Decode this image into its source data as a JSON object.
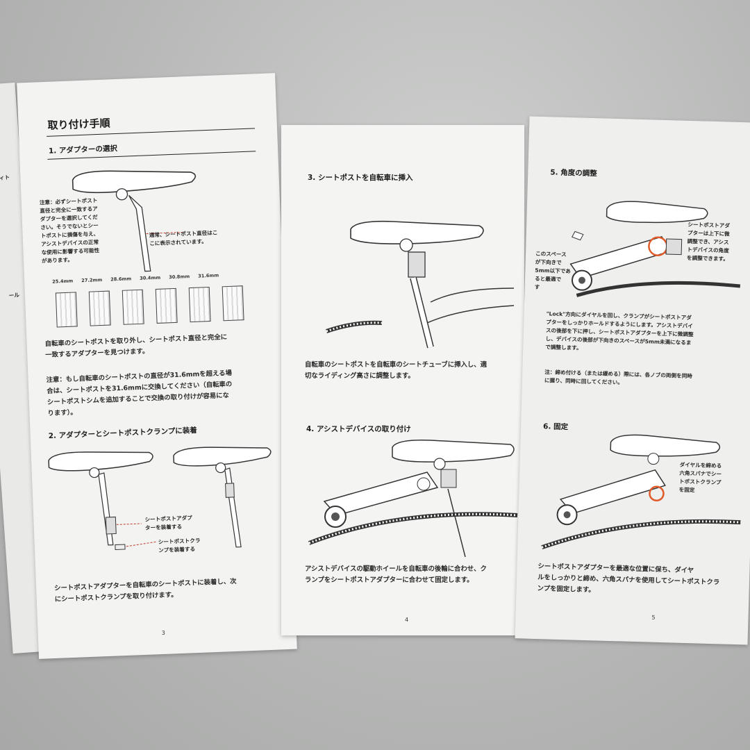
{
  "left_page": {
    "title": "取り付け手順",
    "step1_title": "1. アダプターの選択",
    "note_lines": [
      "注意：必ずシートポスト",
      "直径と完全に一致するア",
      "ダプターを選択してくだ",
      "さい。そうでないとシー",
      "トポストに損傷を与え、",
      "アシストデバイスの正常",
      "な使用に影響する可能性",
      "があります。"
    ],
    "callout_lines": [
      "通常、シートポスト直径はこ",
      "こに表示されています。"
    ],
    "sizes": [
      "25.4mm",
      "27.2mm",
      "28.6mm",
      "30.4mm",
      "30.8mm",
      "31.6mm"
    ],
    "para1_lines": [
      "自転車のシートポストを取り外し、シートポスト直径と完全に",
      "一致するアダプターを見つけます。"
    ],
    "para2_lines": [
      "注意：もし自転車のシートポストの直径が31.6mmを超える場",
      "合は、シートポストを31.6mmに交換してください（自転車の",
      "シートポストシムを追加することで交換の取り付けが容易にな",
      "ります）。"
    ],
    "step2_title": "2. アダプターとシートポストクランプに装着",
    "label_adapter": [
      "シートポストアダプ",
      "ターを装着する"
    ],
    "label_clamp": [
      "シートポストクラ",
      "ンプを装着する"
    ],
    "para3_lines": [
      "シートポストアダプターを自転車のシートポストに装着し、次",
      "にシートポストクランプを取り付けます。"
    ],
    "page_number": "3"
  },
  "middle_page": {
    "step3_title": "3. シートポストを自転車に挿入",
    "step3_text": [
      "自転車のシートポストを自転車のシートチューブに挿入し、適",
      "切なライディング高さに調整します。"
    ],
    "step4_title": "4. アシストデバイスの取り付け",
    "step4_text": [
      "アシストデバイスの駆動ホイールを自転車の後輪に合わせ、ク",
      "ランプをシートポストアダプターに合わせて固定します。"
    ],
    "page_number": "4"
  },
  "right_page": {
    "step5_title": "5. 角度の調整",
    "label_top": [
      "シートポストアダ",
      "プターは上下に微",
      "調整でき、アシス",
      "トデバイスの角度",
      "を調整できます。"
    ],
    "label_space": [
      "このスペース",
      "が下向きで",
      "5mm以下であ",
      "ると最適で",
      "す"
    ],
    "step5_text": [
      "\"Lock\"方向にダイヤルを回し、クランプがシートポストアダ",
      "プターをしっかりホールドするようにします。アシストデバイ",
      "スの後部を下に押し、シートポストアダプターを上下に微調整",
      "し、デバイスの後部が下向きのスペースが5mm未満になるま",
      "で調整します。"
    ],
    "step5_note": [
      "注：締め付ける（または緩める）際には、各ノブの両側を同時",
      "に握り、同時に回してください。"
    ],
    "step6_title": "6. 固定",
    "label_dial": [
      "ダイヤルを締める",
      "六角スパナでシー",
      "トポストクランプ",
      "を固定"
    ],
    "step6_text": [
      "シートポストアダプターを最適な位置に保ち、ダイヤ",
      "ルをしっかりと締め、六角スパナを使用してシートポストクラ",
      "ンプを固定します。"
    ],
    "page_number": "5"
  },
  "edge_page": {
    "fragments": [
      "ィト",
      "ール"
    ]
  },
  "colors": {
    "paper": "#f4f4f2",
    "ink": "#1b1b1b",
    "accent_orange": "#e05a2a",
    "callout_red": "#c0392b"
  }
}
